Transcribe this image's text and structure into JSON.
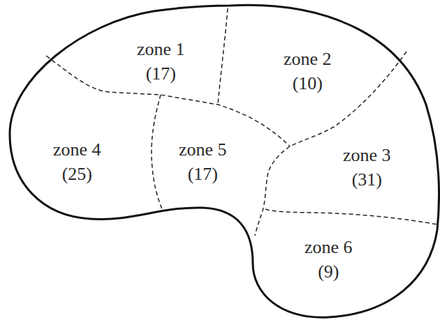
{
  "diagram": {
    "nodes": [
      {
        "text": [
          "zone 1",
          "(17)"
        ]
      },
      {
        "text": [
          "zone 2",
          "(10)"
        ]
      },
      {
        "text": [
          "zone 4",
          "(25)"
        ]
      },
      {
        "text": [
          "zone 5",
          "(17)"
        ]
      },
      {
        "text": [
          "zone 3",
          "(31)"
        ]
      },
      {
        "text": [
          "zone 6",
          "(9)"
        ]
      }
    ]
  }
}
